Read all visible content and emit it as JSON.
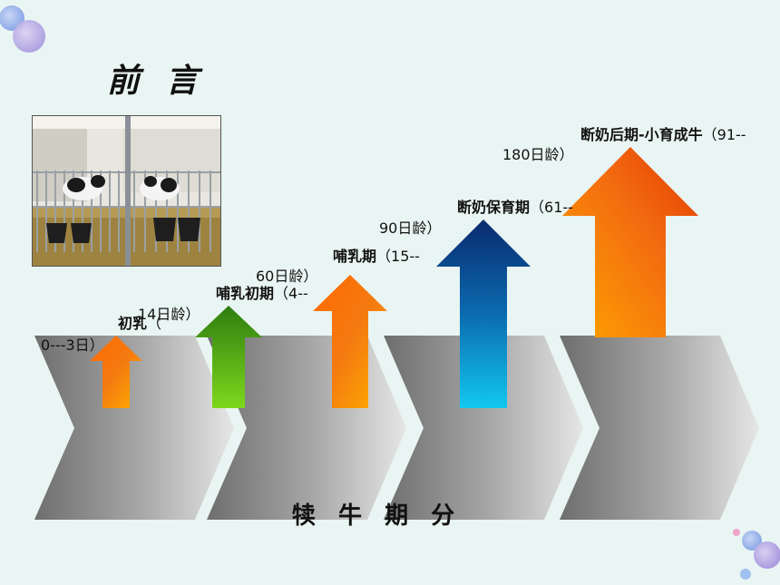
{
  "slide": {
    "title": "前 言",
    "footer": "犊 牛 期 分"
  },
  "stages": [
    {
      "name": "初乳",
      "range_line1": "（",
      "range_line2": "0---3日）"
    },
    {
      "name": "哺乳初期",
      "range_line1": "（4--",
      "range_line2": "14日龄）"
    },
    {
      "name": "哺乳期",
      "range_line1": "（15--",
      "range_line2": "60日龄）"
    },
    {
      "name": "断奶保育期",
      "range_line1": "（61--",
      "range_line2": "90日龄）"
    },
    {
      "name": "断奶后期-小育成牛",
      "range_line1": "（91--",
      "range_line2": "180日龄）"
    }
  ]
}
